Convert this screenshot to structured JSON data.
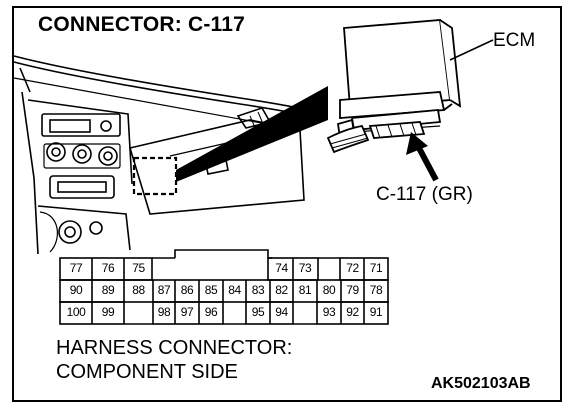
{
  "header": {
    "title": "CONNECTOR: C-117"
  },
  "illustration": {
    "ecm_label": "ECM",
    "connector_callout": "C-117 (GR)",
    "icons": [
      "dashboard-illustration",
      "ecm-unit-illustration",
      "pointer-arrow-icon"
    ]
  },
  "connector": {
    "rows": [
      [
        "77",
        "76",
        "75",
        "",
        "",
        "",
        "",
        "",
        "74",
        "73",
        "",
        "72",
        "71"
      ],
      [
        "90",
        "89",
        "88",
        "87",
        "86",
        "85",
        "84",
        "83",
        "82",
        "81",
        "80",
        "79",
        "78"
      ],
      [
        "100",
        "99",
        "",
        "98",
        "97",
        "96",
        "",
        "95",
        "94",
        "",
        "93",
        "92",
        "91"
      ]
    ]
  },
  "caption": {
    "line1": "HARNESS CONNECTOR:",
    "line2": "COMPONENT SIDE"
  },
  "footer": {
    "document_id": "AK502103AB"
  }
}
